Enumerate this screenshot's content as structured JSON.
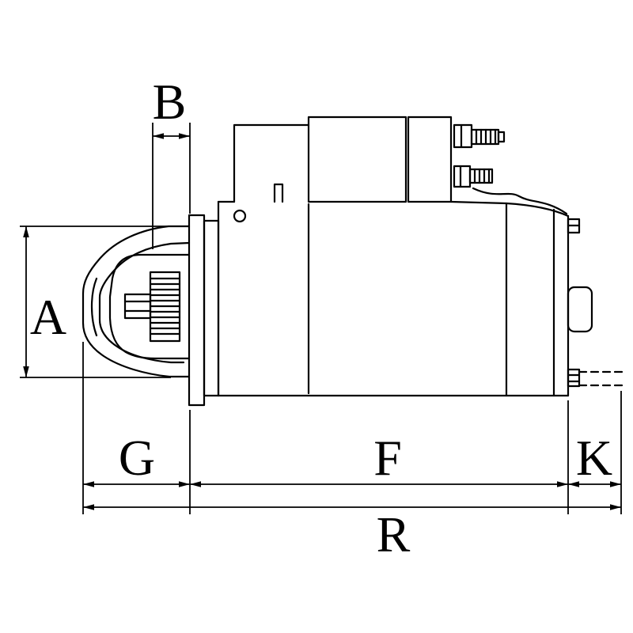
{
  "drawing": {
    "colors": {
      "line": "#000000",
      "background": "#ffffff"
    }
  },
  "dimensions": {
    "a": "A",
    "b": "B",
    "g": "G",
    "f": "F",
    "k": "K",
    "r": "R"
  }
}
